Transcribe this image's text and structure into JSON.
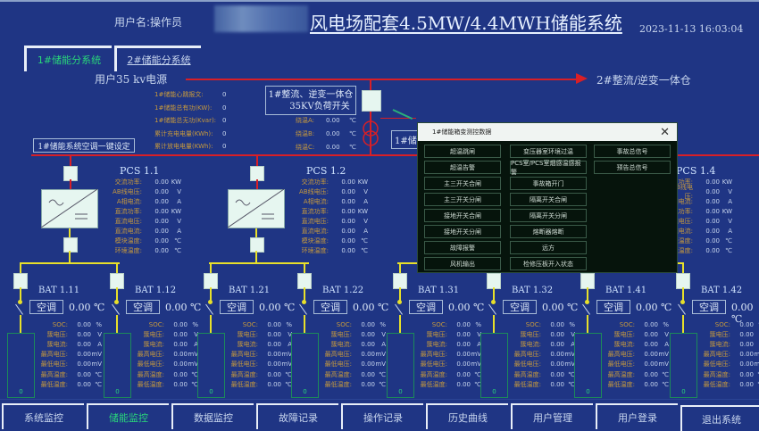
{
  "header": {
    "user_label": "用户名:操作员",
    "title": "风电场配套4.5MW/4.4MWH储能系统",
    "datetime": "2023-11-13 16:03:04"
  },
  "tabs": [
    {
      "label": "1#储能分系统",
      "active": true
    },
    {
      "label": "2#储能分系统",
      "active": false
    }
  ],
  "diagram": {
    "source_label": "用户35 kv电源",
    "dest_label": "2#整流/逆变一体仓",
    "cabin_switch_label_line1": "1#整流、逆变一体仓",
    "cabin_switch_label_line2": "35KV负荷开关",
    "ac_one_key_label": "1#储能系统空调一键设定",
    "cabin2_partial_label": "1#储",
    "line_color": "#d81f26",
    "dc_line_color": "#e8e02a"
  },
  "summary": [
    {
      "label": "1#储能心跳报文:",
      "value": "0"
    },
    {
      "label": "1#储能总有功(KW):",
      "value": "0"
    },
    {
      "label": "1#储能总无功(Kvar):",
      "value": "0"
    },
    {
      "label": "累计充电电量(KWh):",
      "value": "0"
    },
    {
      "label": "累计放电电量(KWh):",
      "value": "0"
    }
  ],
  "winding_temps": [
    {
      "label": "绕温A:",
      "value": "0.00",
      "unit": "℃"
    },
    {
      "label": "绕温B:",
      "value": "0.00",
      "unit": "℃"
    },
    {
      "label": "绕温C:",
      "value": "0.00",
      "unit": "℃"
    }
  ],
  "pcs": [
    {
      "title": "PCS 1.1",
      "rows": [
        {
          "label": "交流功率:",
          "value": "0.00",
          "unit": "KW"
        },
        {
          "label": "AB线电压:",
          "value": "0.00",
          "unit": "V"
        },
        {
          "label": "A相电流:",
          "value": "0.00",
          "unit": "A"
        },
        {
          "label": "直流功率:",
          "value": "0.00",
          "unit": "KW"
        },
        {
          "label": "直流电压:",
          "value": "0.00",
          "unit": "V"
        },
        {
          "label": "直流电流:",
          "value": "0.00",
          "unit": "A"
        },
        {
          "label": "模块温度:",
          "value": "0.00",
          "unit": "℃"
        },
        {
          "label": "环境温度:",
          "value": "0.00",
          "unit": "℃"
        }
      ]
    },
    {
      "title": "PCS 1.2",
      "rows": [
        {
          "label": "交流功率:",
          "value": "0.00",
          "unit": "KW"
        },
        {
          "label": "AB线电压:",
          "value": "0.00",
          "unit": "V"
        },
        {
          "label": "A相电流:",
          "value": "0.00",
          "unit": "A"
        },
        {
          "label": "直流功率:",
          "value": "0.00",
          "unit": "KW"
        },
        {
          "label": "直流电压:",
          "value": "0.00",
          "unit": "V"
        },
        {
          "label": "直流电流:",
          "value": "0.00",
          "unit": "A"
        },
        {
          "label": "模块温度:",
          "value": "0.00",
          "unit": "℃"
        },
        {
          "label": "环境温度:",
          "value": "0.00",
          "unit": "℃"
        }
      ]
    },
    {
      "title": "PCS 1.4",
      "rows": [
        {
          "label": "交流功率:",
          "value": "0.00",
          "unit": "KW"
        },
        {
          "label": "AB线电压:",
          "value": "0.00",
          "unit": "V"
        },
        {
          "label": "A相电流:",
          "value": "0.00",
          "unit": "A"
        },
        {
          "label": "直流功率:",
          "value": "0.00",
          "unit": "KW"
        },
        {
          "label": "直流电压:",
          "value": "0.00",
          "unit": "V"
        },
        {
          "label": "直流电流:",
          "value": "0.00",
          "unit": "A"
        },
        {
          "label": "模块温度:",
          "value": "0.00",
          "unit": "℃"
        },
        {
          "label": "环境温度:",
          "value": "0.00",
          "unit": "℃"
        }
      ]
    }
  ],
  "bat_row_labels": [
    {
      "label": "SOC:",
      "unit": "%"
    },
    {
      "label": "簇电压:",
      "unit": "V"
    },
    {
      "label": "簇电流:",
      "unit": "A"
    },
    {
      "label": "最高电压:",
      "unit": "mV"
    },
    {
      "label": "最低电压:",
      "unit": "mV"
    },
    {
      "label": "最高温度:",
      "unit": "℃"
    },
    {
      "label": "最低温度:",
      "unit": "℃"
    }
  ],
  "batteries": [
    {
      "title": "BAT 1.11",
      "ac_label": "空调",
      "ac_temp": "0.00 ℃",
      "soc_num": "0",
      "values": [
        "0.00",
        "0.00",
        "0.00",
        "0.00",
        "0.00",
        "0.00",
        "0.00"
      ]
    },
    {
      "title": "BAT 1.12",
      "ac_label": "空调",
      "ac_temp": "0.00 ℃",
      "soc_num": "0",
      "values": [
        "0.00",
        "0.00",
        "0.00",
        "0.00",
        "0.00",
        "0.00",
        "0.00"
      ]
    },
    {
      "title": "BAT 1.21",
      "ac_label": "空调",
      "ac_temp": "0.00 ℃",
      "soc_num": "0",
      "values": [
        "0.00",
        "0.00",
        "0.00",
        "0.00",
        "0.00",
        "0.00",
        "0.00"
      ]
    },
    {
      "title": "BAT 1.22",
      "ac_label": "空调",
      "ac_temp": "0.00 ℃",
      "soc_num": "0",
      "values": [
        "0.00",
        "0.00",
        "0.00",
        "0.00",
        "0.00",
        "0.00",
        "0.00"
      ]
    },
    {
      "title": "BAT 1.31",
      "ac_label": "空调",
      "ac_temp": "0.00 ℃",
      "soc_num": "0",
      "values": [
        "0.00",
        "0.00",
        "0.00",
        "0.00",
        "0.00",
        "0.00",
        "0.00"
      ]
    },
    {
      "title": "BAT 1.32",
      "ac_label": "空调",
      "ac_temp": "0.00 ℃",
      "soc_num": "0",
      "values": [
        "0.00",
        "0.00",
        "0.00",
        "0.00",
        "0.00",
        "0.00",
        "0.00"
      ]
    },
    {
      "title": "BAT 1.41",
      "ac_label": "空调",
      "ac_temp": "0.00 ℃",
      "soc_num": "0",
      "values": [
        "0.00",
        "0.00",
        "0.00",
        "0.00",
        "0.00",
        "0.00",
        "0.00"
      ]
    },
    {
      "title": "BAT 1.42",
      "ac_label": "空调",
      "ac_temp": "0.00 ℃",
      "soc_num": "0",
      "values": [
        "0.00",
        "0.00",
        "0.00",
        "0.00",
        "0.00",
        "0.00",
        "0.00"
      ]
    }
  ],
  "popup": {
    "title": "1#储能箱变测控数据",
    "close_glyph": "✕",
    "col1": [
      "超温跳闸",
      "超温告警",
      "主三开关合闸",
      "主三开关分闸",
      "接地开关合闸",
      "接地开关分闸",
      "故障报警",
      "风机输出"
    ],
    "col2": [
      "变压器室环境过温",
      "PCS室/PCS室烟感温感报警",
      "事故箱开门",
      "隔离开关合闸",
      "隔离开关分闸",
      "熔断器熔断",
      "远方",
      "检修压板开入状态"
    ],
    "col3": [
      "事故总信号",
      "预告总信号"
    ]
  },
  "nav": [
    {
      "label": "系统监控",
      "active": false
    },
    {
      "label": "储能监控",
      "active": true
    },
    {
      "label": "数据监控",
      "active": false
    },
    {
      "label": "故障记录",
      "active": false
    },
    {
      "label": "操作记录",
      "active": false
    },
    {
      "label": "历史曲线",
      "active": false
    },
    {
      "label": "用户管理",
      "active": false
    },
    {
      "label": "用户登录",
      "active": false
    },
    {
      "label": "退出系统",
      "active": false
    }
  ]
}
